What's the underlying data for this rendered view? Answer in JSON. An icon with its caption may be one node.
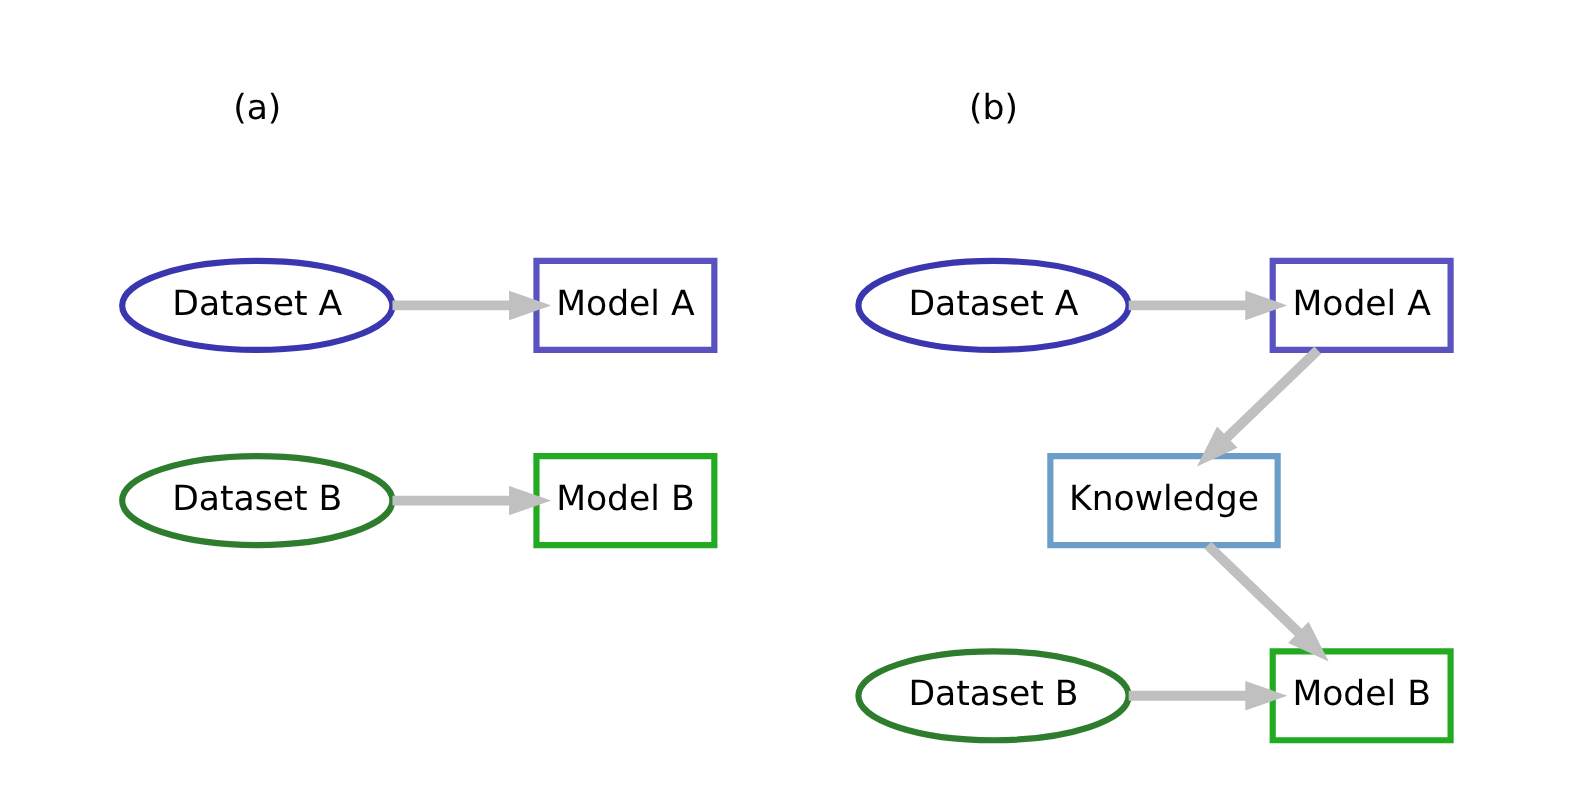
{
  "diagram": {
    "nodes": [
      {
        "text": [
          "Dataset A"
        ]
      },
      {
        "text": [
          "Model A"
        ]
      },
      {
        "text": [
          "Dataset B"
        ]
      },
      {
        "text": [
          "Model B"
        ]
      },
      {
        "text": [
          "Dataset A"
        ]
      },
      {
        "text": [
          "Model A"
        ]
      },
      {
        "text": [
          "Knowledge"
        ]
      },
      {
        "text": [
          "Dataset B"
        ]
      },
      {
        "text": [
          "Model B"
        ]
      }
    ],
    "edges": [
      {
        "from": 0,
        "to": 1,
        "arrow": "to"
      },
      {
        "from": 2,
        "to": 3,
        "arrow": "to"
      },
      {
        "from": 4,
        "to": 5,
        "arrow": "to"
      },
      {
        "from": 5,
        "to": 6,
        "arrow": "to"
      },
      {
        "from": 6,
        "to": 8,
        "arrow": "to"
      },
      {
        "from": 7,
        "to": 8,
        "arrow": "to"
      }
    ],
    "labels": [
      "(a)",
      "(b)"
    ]
  }
}
